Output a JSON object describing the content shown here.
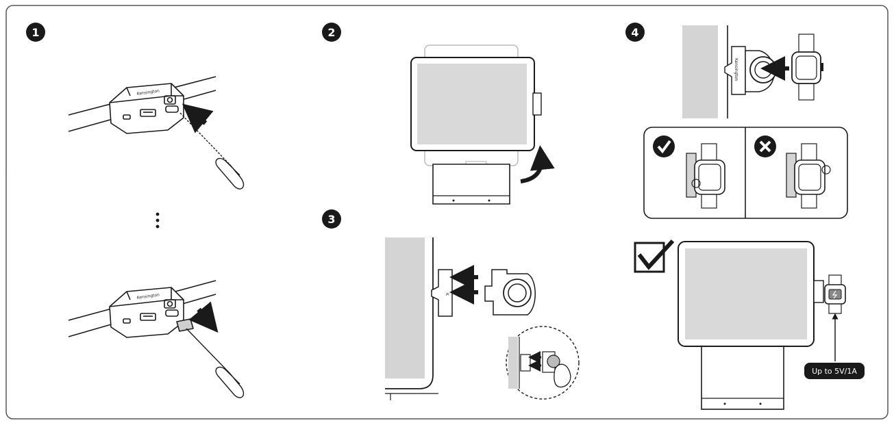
{
  "steps": [
    {
      "number": "1"
    },
    {
      "number": "2"
    },
    {
      "number": "3"
    },
    {
      "number": "4"
    }
  ],
  "brand": "Kensington",
  "label_power": "Up to 5V/1A",
  "colors": {
    "ink": "#1a1a1a",
    "panel_gray": "#d4d4d4",
    "screen_gray": "#d9d9d9",
    "label_bg": "#1a1a1a",
    "frame": "#555555"
  },
  "icons": [
    "check-circle-icon",
    "x-circle-icon",
    "checkbox-check-icon",
    "push-arrow-icon",
    "rotate-arrow-icon",
    "vertical-dots-icon",
    "lightning-icon"
  ]
}
